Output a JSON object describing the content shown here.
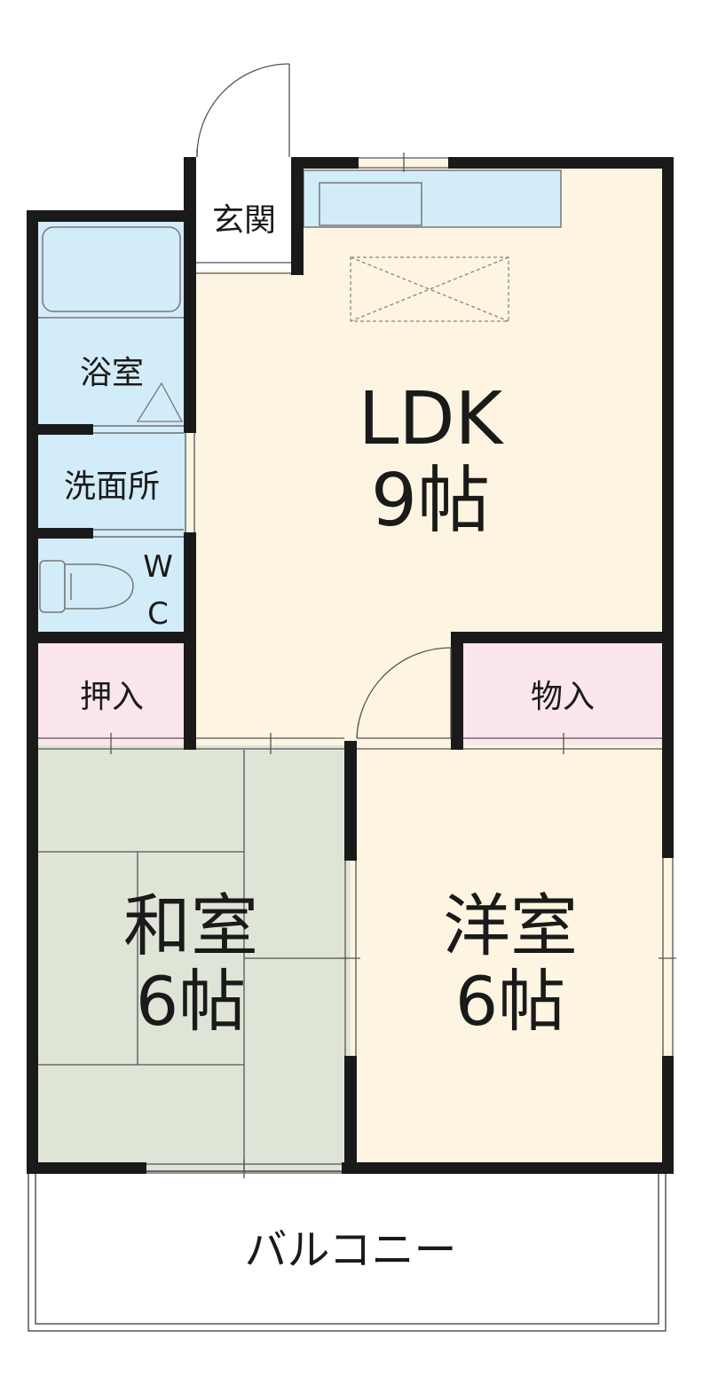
{
  "rooms": {
    "entrance": {
      "label": "玄関"
    },
    "bath": {
      "label": "浴室"
    },
    "washroom": {
      "label": "洗面所"
    },
    "wc": {
      "label_line1": "W",
      "label_line2": "C"
    },
    "closet_left": {
      "label": "押入"
    },
    "storage_right": {
      "label": "物入"
    },
    "ldk": {
      "label": "LDK",
      "size": "9帖"
    },
    "japanese_room": {
      "label": "和室",
      "size": "6帖"
    },
    "western_room": {
      "label": "洋室",
      "size": "6帖"
    },
    "balcony": {
      "label": "バルコニー"
    }
  },
  "colors": {
    "wall": "#1a1a1a",
    "ldk_floor": "#fdf5e1",
    "western_floor": "#fdf5e1",
    "wet_area": "#d3ecf9",
    "closet": "#fbe6ec",
    "tatami": "#dfe5d6",
    "balcony": "#ffffff"
  }
}
